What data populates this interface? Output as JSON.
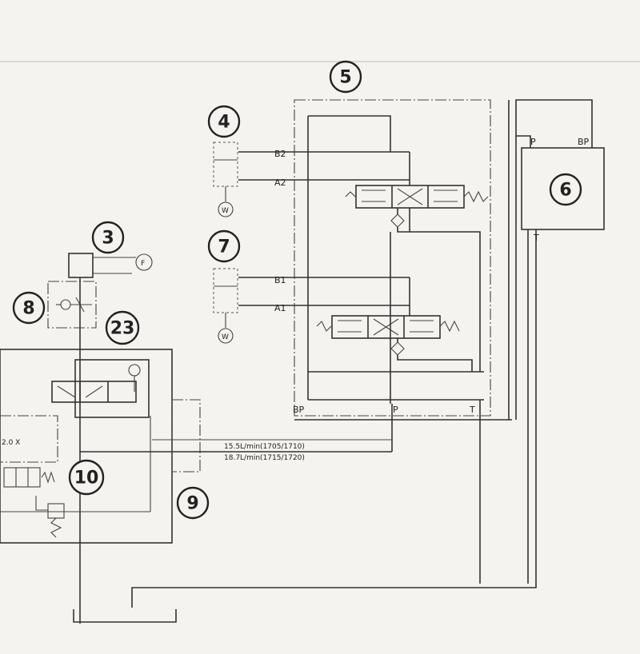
{
  "callouts": {
    "c3": "3",
    "c4": "4",
    "c5": "5",
    "c6": "6",
    "c7": "7",
    "c8": "8",
    "c9": "9",
    "c10": "10",
    "c23": "23"
  },
  "ports": {
    "b2": "B2",
    "a2": "A2",
    "b1": "B1",
    "a1": "A1",
    "bp_valve": "BP",
    "p_valve": "P",
    "t_valve": "T",
    "p_pump": "P",
    "bp_pump": "BP",
    "t_pump": "T"
  },
  "gauges": {
    "f": "F",
    "w_upper": "W",
    "w_lower": "W"
  },
  "flow_notes": {
    "line1": "15.5L/min(1705/1710)",
    "line2": "18.7L/min(1715/1720)"
  },
  "relief_setting": "2.0 X"
}
